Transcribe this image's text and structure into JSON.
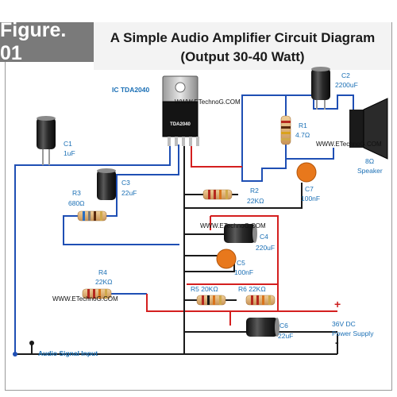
{
  "figure_label": "Figure. 01",
  "title_line1": "A Simple Audio Amplifier Circuit Diagram",
  "title_line2": "(Output 30-40 Watt)",
  "ic_label": "IC TDA2040",
  "ic_marking": "TDA2040",
  "watermark": "WWW.ETechnoG.COM",
  "components": {
    "c1": {
      "name": "C1",
      "value": "1uF"
    },
    "c2": {
      "name": "C2",
      "value": "2200uF"
    },
    "c3": {
      "name": "C3",
      "value": "22uF"
    },
    "c4": {
      "name": "C4",
      "value": "220uF"
    },
    "c5": {
      "name": "C5",
      "value": "100nF"
    },
    "c6": {
      "name": "C6",
      "value": "22uF"
    },
    "c7": {
      "name": "C7",
      "value": "100nF"
    },
    "r1": {
      "name": "R1",
      "value": "4.7Ω"
    },
    "r2": {
      "name": "R2",
      "value": "22KΩ"
    },
    "r3": {
      "name": "R3",
      "value": "680Ω"
    },
    "r4": {
      "name": "R4",
      "value": "22KΩ"
    },
    "r5": "R5 20KΩ",
    "r6": "R6 22KΩ"
  },
  "speaker": {
    "impedance": "8Ω",
    "label": "Speaker"
  },
  "power_plus": "+",
  "power_minus": "-",
  "power_line1": "36V DC",
  "power_line2": "Power Supply",
  "audio_input": "Audio Signal Input",
  "colors": {
    "blue": "#1f4fb4",
    "red": "#d41f1f",
    "black": "#1a1a1a",
    "label": "#1a6fb5",
    "badge": "#7a7a7a"
  }
}
